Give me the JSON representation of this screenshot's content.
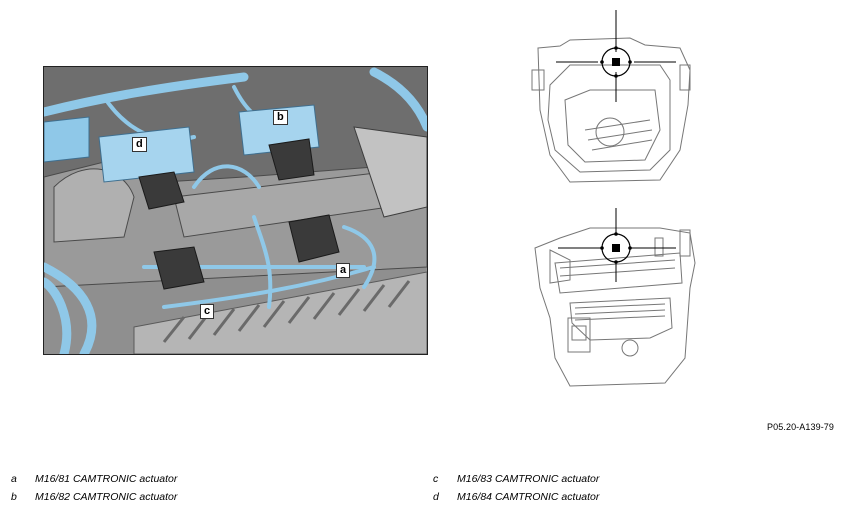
{
  "figure": {
    "code": "P05.20-A139-79",
    "callouts": [
      "d",
      "b",
      "a",
      "c"
    ]
  },
  "legend": [
    {
      "key": "a",
      "text": "M16/81 CAMTRONIC actuator"
    },
    {
      "key": "b",
      "text": "M16/82 CAMTRONIC actuator"
    },
    {
      "key": "c",
      "text": "M16/83 CAMTRONIC actuator"
    },
    {
      "key": "d",
      "text": "M16/84 CAMTRONIC actuator"
    }
  ],
  "colors": {
    "highlight_blue": "#8fc8e8",
    "engine_gray": "#8a8a8a",
    "line_art": "#666666"
  }
}
